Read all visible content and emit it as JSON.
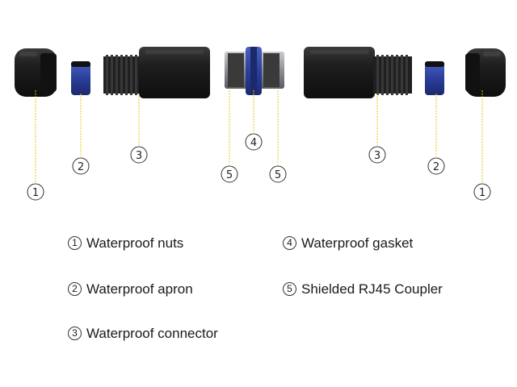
{
  "markers": [
    {
      "id": "m1-left",
      "number": "1"
    },
    {
      "id": "m2-left",
      "number": "2"
    },
    {
      "id": "m3-left",
      "number": "3"
    },
    {
      "id": "m5-left",
      "number": "5"
    },
    {
      "id": "m4-center",
      "number": "4"
    },
    {
      "id": "m5-right",
      "number": "5"
    },
    {
      "id": "m3-right",
      "number": "3"
    },
    {
      "id": "m2-right",
      "number": "2"
    },
    {
      "id": "m1-right",
      "number": "1"
    }
  ],
  "legend": [
    {
      "number": "1",
      "label": "Waterproof nuts"
    },
    {
      "number": "2",
      "label": "Waterproof apron"
    },
    {
      "number": "3",
      "label": "Waterproof connector"
    },
    {
      "number": "4",
      "label": "Waterproof gasket"
    },
    {
      "number": "5",
      "label": "Shielded RJ45 Coupler"
    }
  ],
  "colors": {
    "leader_line": "#e6c800",
    "part_body": "#1c1c1c",
    "apron_blue": "#2b3f9c",
    "gasket_blue": "#22306f"
  }
}
